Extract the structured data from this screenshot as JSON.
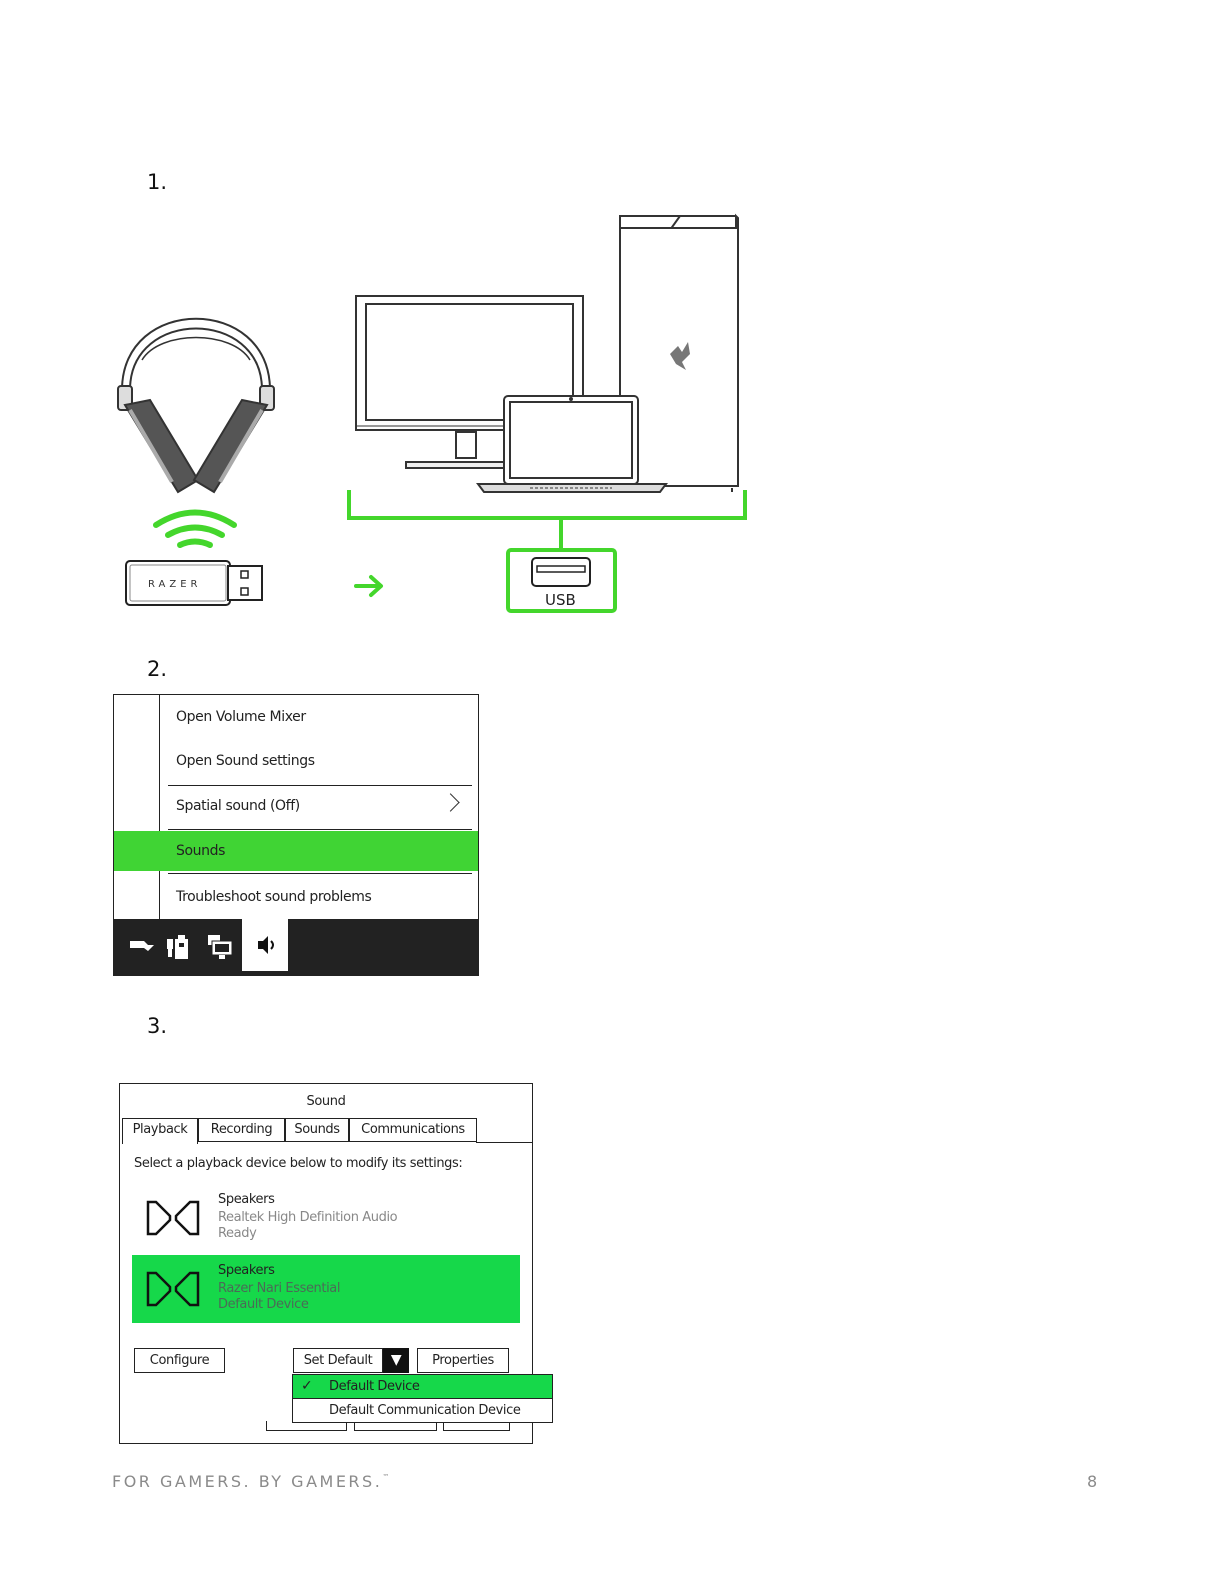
{
  "steps": [
    {
      "number": "1."
    },
    {
      "number": "2."
    },
    {
      "number": "3."
    }
  ],
  "illustration_1": {
    "dongle_text": "RAZER",
    "port_label": "USB",
    "accent_color": "#44d62c",
    "icons": [
      "headset-icon",
      "wireless-signal-icon",
      "usb-dongle-icon",
      "arrow-right-icon",
      "monitor-icon",
      "laptop-icon",
      "pc-tower-icon",
      "usb-port-icon"
    ]
  },
  "context_menu": {
    "items": [
      {
        "label": "Open Volume Mixer"
      },
      {
        "label": "Open Sound settings"
      },
      {
        "label": "Spatial sound (Off)"
      },
      {
        "label": "Sounds"
      },
      {
        "label": "Troubleshoot sound problems"
      }
    ],
    "active_item": "Sounds",
    "active_color": "#40d434",
    "taskbar_icons": [
      "flag-icon",
      "usb-device-icon",
      "network-icon",
      "speaker-icon"
    ]
  },
  "sound_dialog": {
    "title": "Sound",
    "tabs": [
      "Playback",
      "Recording",
      "Sounds",
      "Communications"
    ],
    "active_tab": "Playback",
    "instruction": "Select a playback device below to modify its settings:",
    "devices": [
      {
        "name": "Speakers",
        "driver": "Realtek High Definition Audio",
        "status": "Ready",
        "selected": false
      },
      {
        "name": "Speakers",
        "driver": "Razer Nari Essential",
        "status": "Default Device",
        "selected": true
      }
    ],
    "selected_color": "#16d84a",
    "buttons": {
      "configure": "Configure",
      "set_default": "Set Default",
      "dropdown_arrow": "▼",
      "properties": "Properties"
    },
    "dropdown_options": [
      {
        "label": "Default Device",
        "checked": true,
        "check_mark": "✓"
      },
      {
        "label": "Default Communication Device",
        "checked": false
      }
    ]
  },
  "footer": {
    "tagline": "FOR GAMERS. BY GAMERS.",
    "trademark": "™",
    "page_number": "8"
  }
}
